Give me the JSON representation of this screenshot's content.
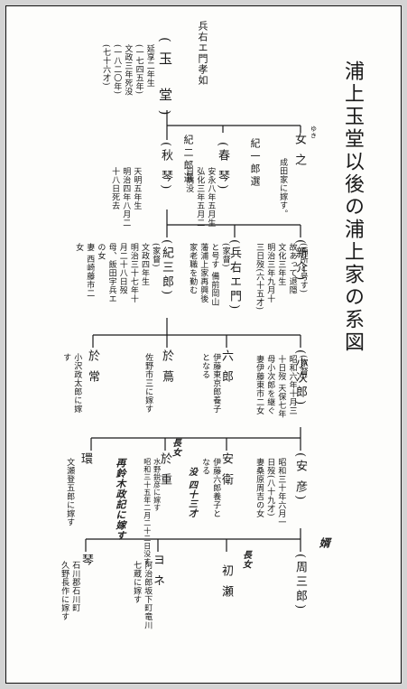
{
  "title": "浦上玉堂以後の浦上家の系図",
  "persons": {
    "hyoemon": {
      "name": "兵右エ門孝如"
    },
    "gyokudo": {
      "name": "(玉 堂)",
      "note": "延享二年生\n(一七四五年)\n文政三年死没\n(一八二〇年)\n(七十六才)"
    },
    "yuki": {
      "name": "女 之",
      "ruby": "ゆき",
      "note": "成田家に嫁す。"
    },
    "shunkin": {
      "name": "(春 琴)",
      "note": "安永八年五月生\n弘化三年五月二\n日病没"
    },
    "shunkin_alias": {
      "name": "紀一郎選"
    },
    "shukin": {
      "name": "(秋 琴)",
      "note": "天明五年生\n明治四年八月二\n十八日死去"
    },
    "shukin_alias": {
      "name": "紀二郎選"
    },
    "shinsuke": {
      "name": "(新介)",
      "note": "(画所と号す)\n故あって退隠\n文化三年生\n明治三年九月十\n三日歿(六十五才)"
    },
    "hyoemon2": {
      "name": "(兵右エ門)",
      "note": "(家督)\nと号す 備前岡山\n藩浦上家再興後\n家老職を勤む"
    },
    "kisaburo": {
      "name": "(紀三郎)",
      "note": "(家督)\n文政四年生\n明治三十七年十\n月二十八日歿\n母、飯田宇兵エ\nの女\n妻 西崎藤市二\n女"
    },
    "kojiro": {
      "name": "(小次郎)",
      "note": "(家督)\n昭和六年十月三\n十日歿 天保七年\n母小次郎を継ぐ\n妻伊藤東市二女"
    },
    "rokuro": {
      "name": "六 郎",
      "note": "伊藤東京郎養子\nとなる"
    },
    "otsuta": {
      "name": "於 蔦",
      "note": "佐野市三に嫁す"
    },
    "otsune": {
      "name": "於 常",
      "note": "小沢政太郎に嫁\nす"
    },
    "yasuhiko": {
      "name": "(安 彦)",
      "note": "昭和三十年六月一\n日歿(八十九才)\n妻桑原周吉の女"
    },
    "yasue": {
      "name": "安 衛",
      "note": "伊藤六郎養子と\nなる"
    },
    "oshige": {
      "name": "於 重",
      "note": "水野鋭彦に嫁す\n昭和三十五年二月二十二日没す"
    },
    "tamaki": {
      "name": "環",
      "note": "文瀬登五郎に嫁す"
    },
    "shuzaburo": {
      "name": "(周三郎)"
    },
    "hatsuse": {
      "name": "初 瀬"
    },
    "yone": {
      "name": "ヨ ネ",
      "note": "阿治郎坂下町竜川\n七蔵に嫁す"
    },
    "koto": {
      "name": "琴",
      "note": "石川郡石川町\n久野長作に嫁す"
    }
  },
  "handwritten": {
    "choujo_1": "長女",
    "choujo_2": "長女",
    "muko": "婿",
    "oshige_add": "昭和三十五年二月二十二日没す",
    "suzuki": "再鈴木政記に嫁す",
    "yasue_add": "没 四十三才"
  }
}
